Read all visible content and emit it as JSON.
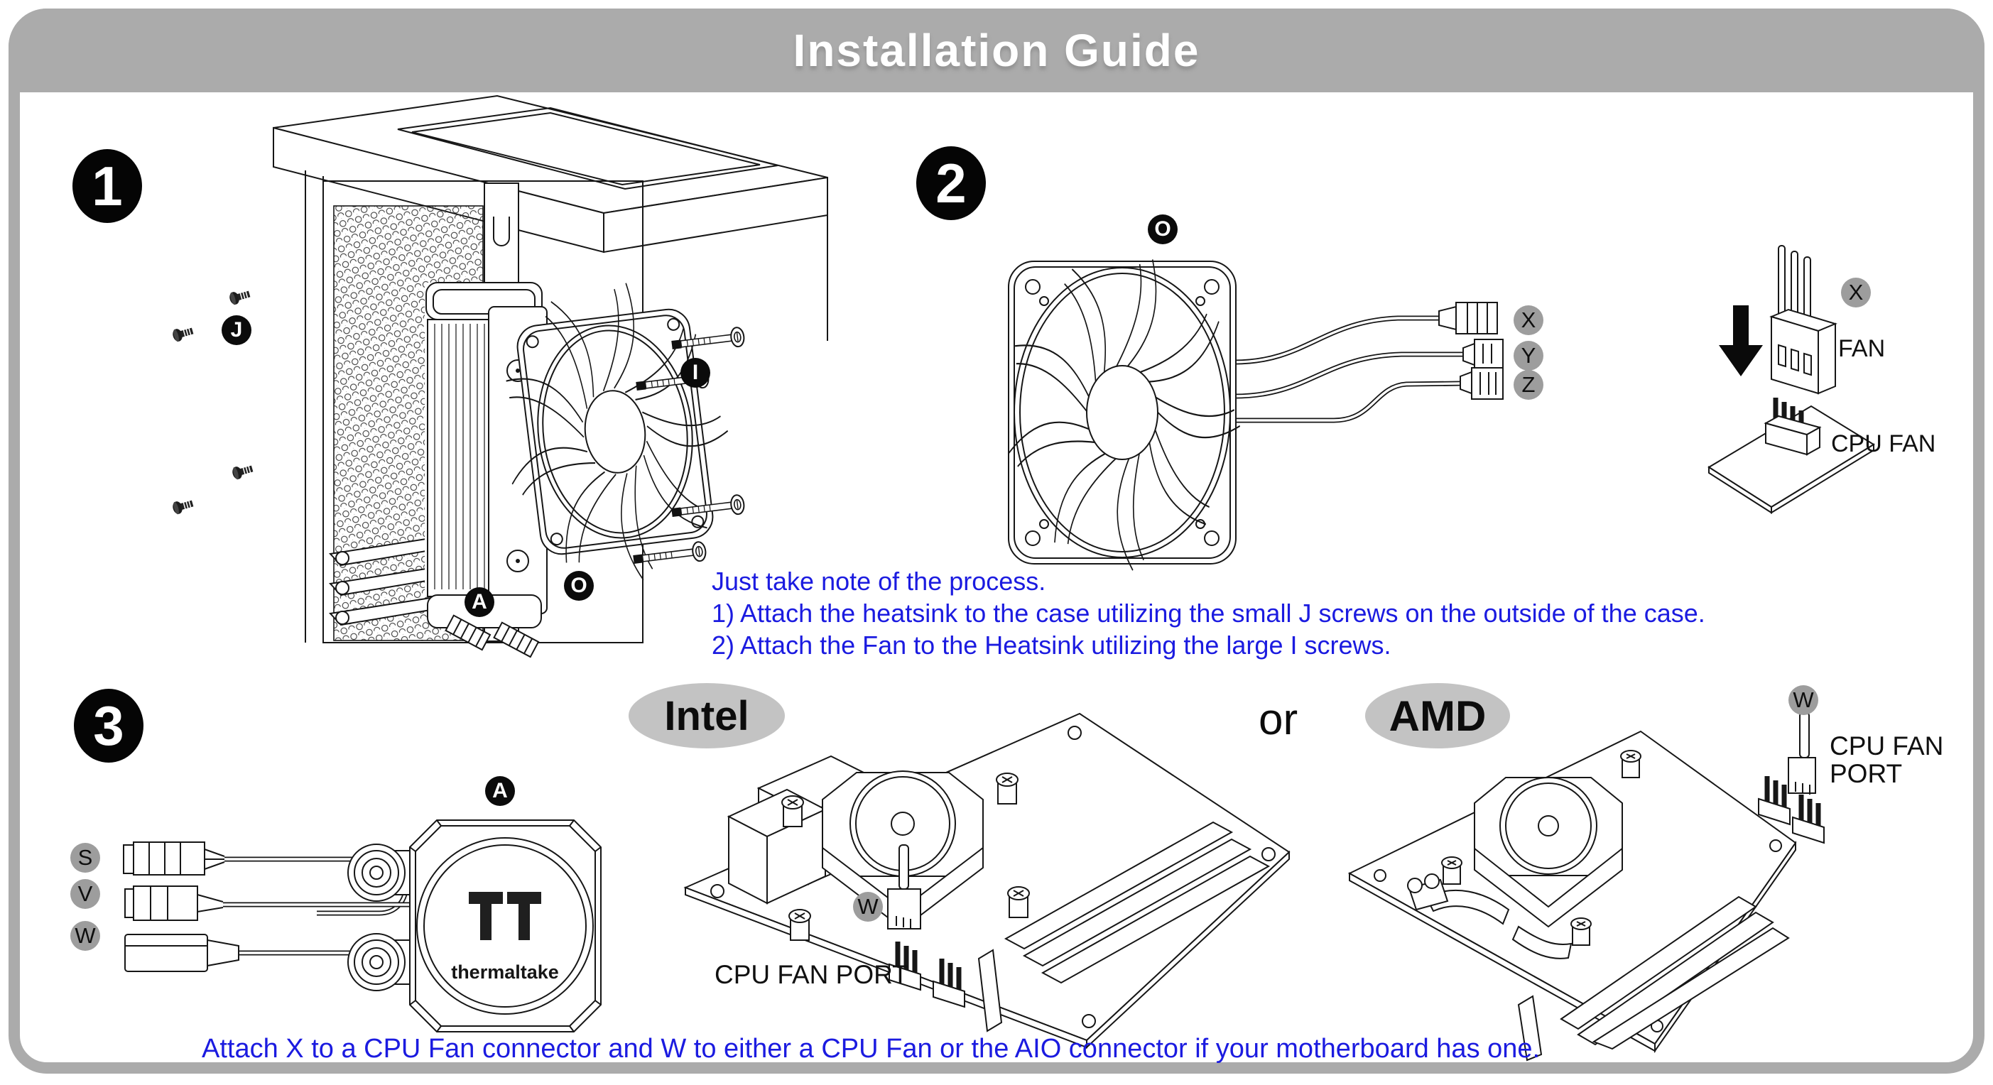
{
  "page": {
    "title": "Installation Guide"
  },
  "colors": {
    "header_gray": "#ababab",
    "badge_gray": "#9d9d9d",
    "brand_ellipse_gray": "#c3c3c3",
    "note_blue": "#1b1be0",
    "ink": "#111111"
  },
  "step1": {
    "number": "1",
    "badge_j": "J",
    "badge_i": "I",
    "badge_a": "A",
    "badge_o": "O"
  },
  "step2": {
    "number": "2",
    "badge_o": "O",
    "cable_x": "X",
    "cable_y": "Y",
    "cable_z": "Z",
    "connector_badge_x": "X",
    "fan_label": "FAN",
    "cpu_fan_label": "CPU FAN"
  },
  "notes": {
    "line1": "Just take note of the process.",
    "line2": "1) Attach the heatsink to the case utilizing the small J screws on the outside of the case.",
    "line3": "2) Attach the Fan to the Heatsink utilizing the large I screws."
  },
  "step3": {
    "number": "3",
    "badge_a": "A",
    "badge_s": "S",
    "badge_v": "V",
    "badge_w": "W",
    "pump_brand": "thermaltake",
    "intel": {
      "label": "Intel",
      "badge_w": "W",
      "port_label": "CPU FAN PORT"
    },
    "or_label": "or",
    "amd": {
      "label": "AMD",
      "badge_w": "W",
      "port_line1": "CPU FAN",
      "port_line2": "PORT"
    }
  },
  "footer": {
    "text": "Attach X to a CPU Fan connector and W to either a CPU Fan or the AIO connector if your motherboard has one."
  }
}
